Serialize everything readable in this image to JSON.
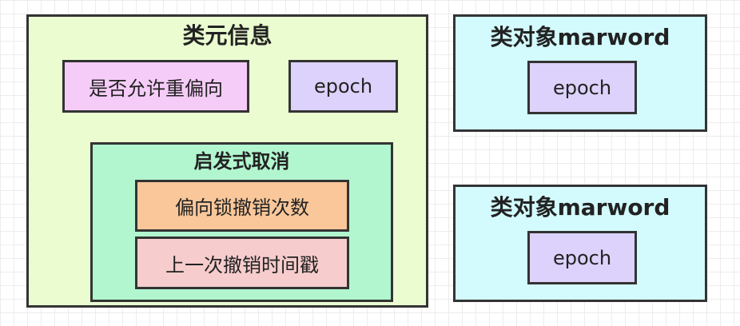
{
  "class_meta": {
    "title": "类元信息",
    "bias_allowed": "是否允许重偏向",
    "epoch": "epoch",
    "heuristic": {
      "title": "启发式取消",
      "bias_revoke_count": "偏向锁撤销次数",
      "last_revoke_timestamp": "上一次撤销时间戳"
    }
  },
  "mark_words": [
    {
      "title": "类对象marword",
      "epoch": "epoch"
    },
    {
      "title": "类对象marword",
      "epoch": "epoch"
    }
  ],
  "colors": {
    "class_meta_bg": "#eafcd0",
    "bias_allowed_bg": "#f5ccf7",
    "epoch_bg": "#dcd2fb",
    "heuristic_bg": "#b2f6cf",
    "revoke_count_bg": "#f9c79a",
    "last_revoke_bg": "#f6cccc",
    "markword_bg": "#d3fbfd",
    "border": "#333333"
  }
}
